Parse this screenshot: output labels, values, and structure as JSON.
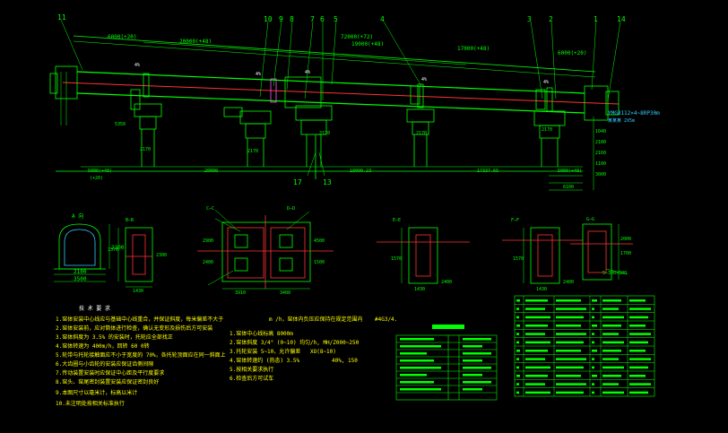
{
  "colors": {
    "background": "#000000",
    "primary": "#00ff00",
    "axis": "#ff3333",
    "annotation": "#ffffff",
    "component": "#ff55ff",
    "dimension": "#33ccff",
    "marker": "#ffff00"
  },
  "top_view": {
    "item_numbers": [
      "11",
      "10",
      "9",
      "8",
      "7",
      "6",
      "5",
      "4",
      "3",
      "2",
      "1",
      "14"
    ],
    "bottom_item_numbers": [
      "17",
      "13"
    ],
    "dims_top": [
      "6000(+20)",
      "20000(+48)",
      "72000(+72)",
      "19000(+48)",
      "17000(+48)",
      "6000(+20)"
    ],
    "slope_labels": [
      "4%",
      "4%",
      "4%",
      "4%",
      "4%"
    ],
    "elevations": [
      "5350",
      "2170",
      "2170",
      "2170",
      "2170",
      "2170"
    ],
    "right_callout_1": "YMG8112×4~8RP30m",
    "right_callout_2": "某某某 2X5m",
    "dims_bottom": [
      "5000(+48)",
      "20000",
      "18000.23",
      "17337.65",
      "5000(+48)",
      "6100"
    ],
    "bottom_left_small": "(+20)",
    "right_stack": [
      "1040",
      "2180",
      "2160",
      "1100",
      "3000"
    ]
  },
  "section_views": {
    "a_label": "A 向",
    "a_dims": [
      "2100",
      "3500",
      "2300"
    ],
    "b_label": "B—B",
    "b_dims": [
      "1570",
      "1430",
      "2300"
    ],
    "c_labels": [
      "C—C",
      "D—D"
    ],
    "c_dims": [
      "4500",
      "1500",
      "3910",
      "3400",
      "2900",
      "2400"
    ],
    "d_label": "E—E",
    "d_dims": [
      "1570",
      "1430",
      "2400"
    ],
    "e_label": "F—F",
    "e_dims": [
      "1570",
      "1430",
      "2400"
    ],
    "f_label": "G—G",
    "f_dims": [
      "2000",
      "1700",
      "5—300×300"
    ]
  },
  "notes": {
    "title": "技  术  要  求",
    "items": [
      "1.窑体安装中心线应与基础中心线重合，并保证斜度，每米偏差不大于",
      "2.窑体安装前，应对筒体进行检查，确认无变形及损伤后方可安装",
      "3.窑体斜度为 3.5% 的安装时，托轮应全部找正",
      "4.窑体转速为 400m/h，回转 60 0转",
      "5.轮带与托轮接触面应不小于宽度的 70%，各托轮顶面应在同一斜面上",
      "6.大齿圈与小齿轮的安装应保证齿侧间隙",
      "7.传动装置安装时应保证中心距及平行度要求",
      "8.窑头、窑尾密封装置安装应保证密封良好",
      "9.本图尺寸以毫米计，标高以米计",
      "10.未注明处按相关标准执行"
    ],
    "col2": [
      "m /h，窑体内负压应保持在规定范围内",
      "1.窑体中心线标高 8000m",
      "2.窑体斜度 3/4° (0~10) 均匀",
      "3.托轮安装 5~10，允许偏差",
      "4.窑体转速约 (热态) 3.5%",
      "5.按相关要求执行",
      "6.检查后方可试车"
    ],
    "col2_tail": [
      "/h, MH/Z000~250",
      "#4G3/4.",
      "XO(8~10)",
      "40%, 150"
    ]
  },
  "title_block": {
    "header": "标题栏",
    "rows": 9
  },
  "parts_table": {
    "rows": 12,
    "cols": 6
  }
}
